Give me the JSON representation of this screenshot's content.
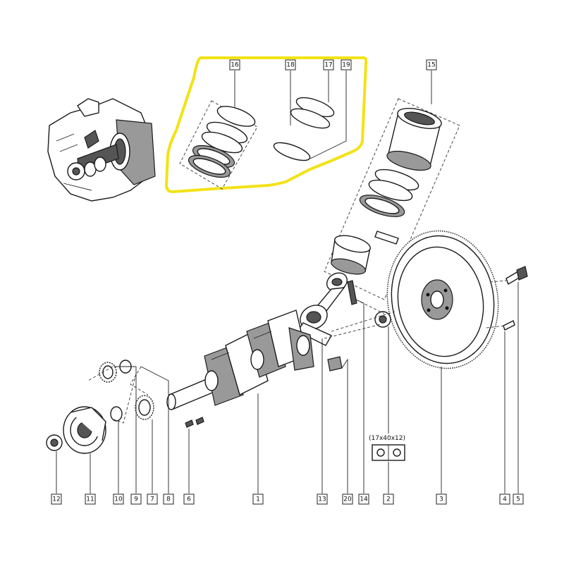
{
  "highlight_color": "#f3e216",
  "dimension_label": "(17x40x12)",
  "callouts": [
    {
      "id": "c16",
      "label": "16"
    },
    {
      "id": "c18",
      "label": "18"
    },
    {
      "id": "c17",
      "label": "17"
    },
    {
      "id": "c19",
      "label": "19"
    },
    {
      "id": "c15",
      "label": "15"
    },
    {
      "id": "c12",
      "label": "12"
    },
    {
      "id": "c11",
      "label": "11"
    },
    {
      "id": "c10",
      "label": "10"
    },
    {
      "id": "c9",
      "label": "9"
    },
    {
      "id": "c7",
      "label": "7"
    },
    {
      "id": "c8",
      "label": "8"
    },
    {
      "id": "c6",
      "label": "6"
    },
    {
      "id": "c1",
      "label": "1"
    },
    {
      "id": "c13",
      "label": "13"
    },
    {
      "id": "c20",
      "label": "20"
    },
    {
      "id": "c14",
      "label": "14"
    },
    {
      "id": "c2",
      "label": "2"
    },
    {
      "id": "c3",
      "label": "3"
    },
    {
      "id": "c4",
      "label": "4"
    },
    {
      "id": "c5",
      "label": "5"
    }
  ]
}
